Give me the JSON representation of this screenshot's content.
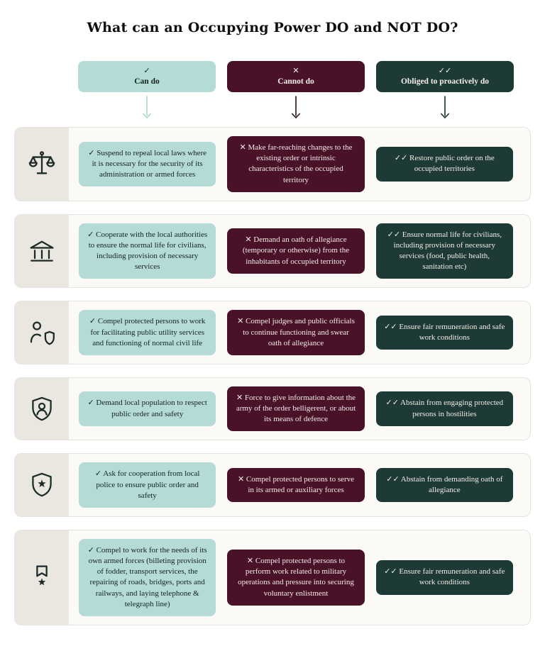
{
  "title": "What can an Occupying Power DO and NOT DO?",
  "columns": [
    {
      "mark": "✓",
      "label": "Can do"
    },
    {
      "mark": "✕",
      "label": "Cannot do"
    },
    {
      "mark": "✓✓",
      "label": "Obliged to proactively do"
    }
  ],
  "colors": {
    "can": "#b5dbd7",
    "cannot": "#4a1228",
    "obliged": "#1e3a36",
    "row_bg": "#fbfaf7",
    "icon_box_bg": "#eae7e0",
    "arrow_can": "#a9d4d0",
    "arrow_cannot": "#241019",
    "arrow_obliged": "#162e2a"
  },
  "rows": [
    {
      "icon": "scales-icon",
      "can": "✓ Suspend to repeal local laws where it is necessary for the security of its administration or armed forces",
      "cannot": "✕ Make far-reaching changes to the existing order or intrinsic characteristics of the occupied territory",
      "obliged": "✓✓ Restore public order on the occupied territories"
    },
    {
      "icon": "government-building-icon",
      "can": "✓ Cooperate with the local authorities to ensure the normal life for civilians, including provision of necessary services",
      "cannot": "✕ Demand an oath of allegiance (temporary or otherwise) from the inhabitants of occupied territory",
      "obliged": "✓✓ Ensure normal life for civilians, including provision of necessary services (food, public health, sanitation etc)"
    },
    {
      "icon": "worker-shield-icon",
      "can": "✓ Compel protected persons to work for facilitating public utility services and functioning of normal civil life",
      "cannot": "✕ Compel judges and public officials to continue functioning and swear oath of allegiance",
      "obliged": "✓✓ Ensure fair remuneration and safe work conditions"
    },
    {
      "icon": "shield-person-icon",
      "can": "✓ Demand local population to respect public order and safety",
      "cannot": "✕ Force to give information about the army of the order belligerent, or about its means of defence",
      "obliged": "✓✓ Abstain from engaging protected persons in hostilities"
    },
    {
      "icon": "shield-star-icon",
      "can": "✓ Ask for cooperation from local police to ensure public order and safety",
      "cannot": "✕ Compel protected persons to serve in its armed or auxiliary forces",
      "obliged": "✓✓ Abstain from demanding oath of allegiance"
    },
    {
      "icon": "medal-icon",
      "can": "✓ Compel to work for the needs of its own armed forces (billeting provision of fodder, transport services, the repairing of roads, bridges, ports and railways, and laying telephone & telegraph line)",
      "cannot": "✕ Compel protected persons to perform work related to military operations and pressure into securing voluntary enlistment",
      "obliged": "✓✓ Ensure fair remuneration and safe work conditions"
    }
  ]
}
